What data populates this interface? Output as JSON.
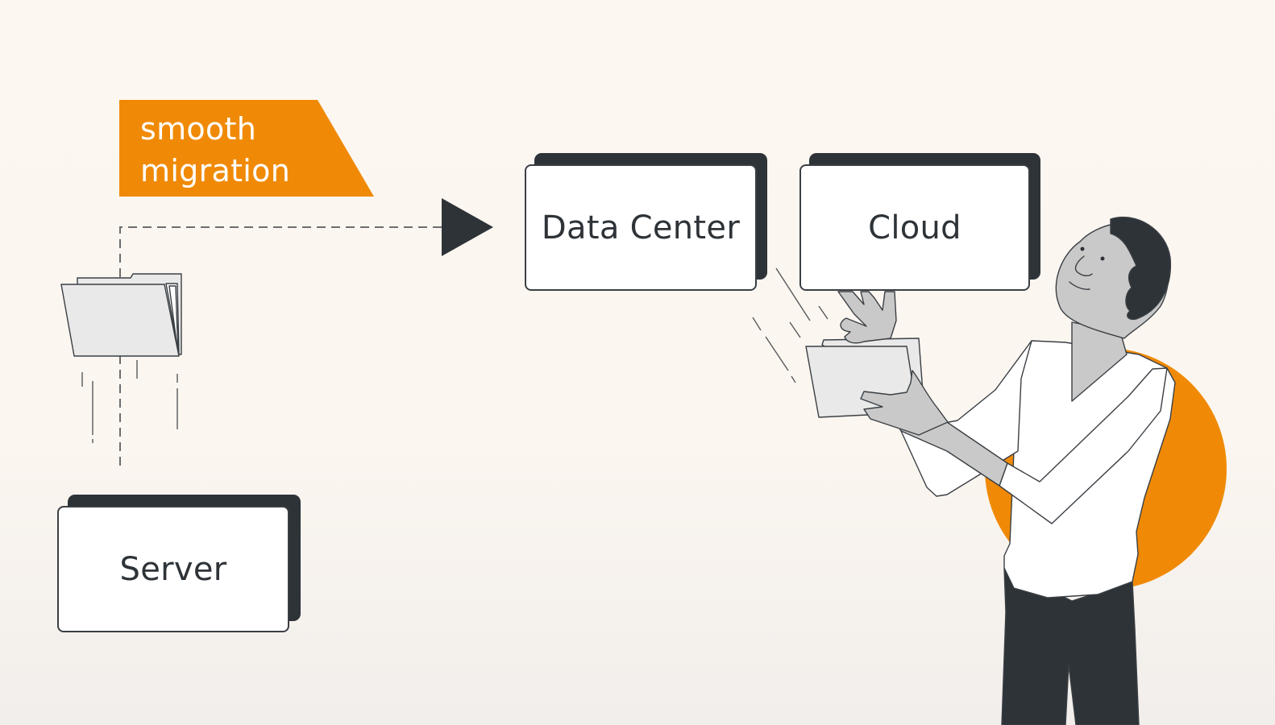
{
  "banner": {
    "line1": "smooth",
    "line2": "migration",
    "color": "#f08a06"
  },
  "nodes": {
    "server": "Server",
    "data_center": "Data Center",
    "cloud": "Cloud"
  },
  "colors": {
    "background": "#fdf7f1",
    "dark": "#2e3338",
    "accent": "#f08a06",
    "skin": "#c9c9c9",
    "folder": "#e8e9e8"
  },
  "flow": {
    "from": "Server",
    "to": "Data Center",
    "style": "dashed-arrow"
  }
}
